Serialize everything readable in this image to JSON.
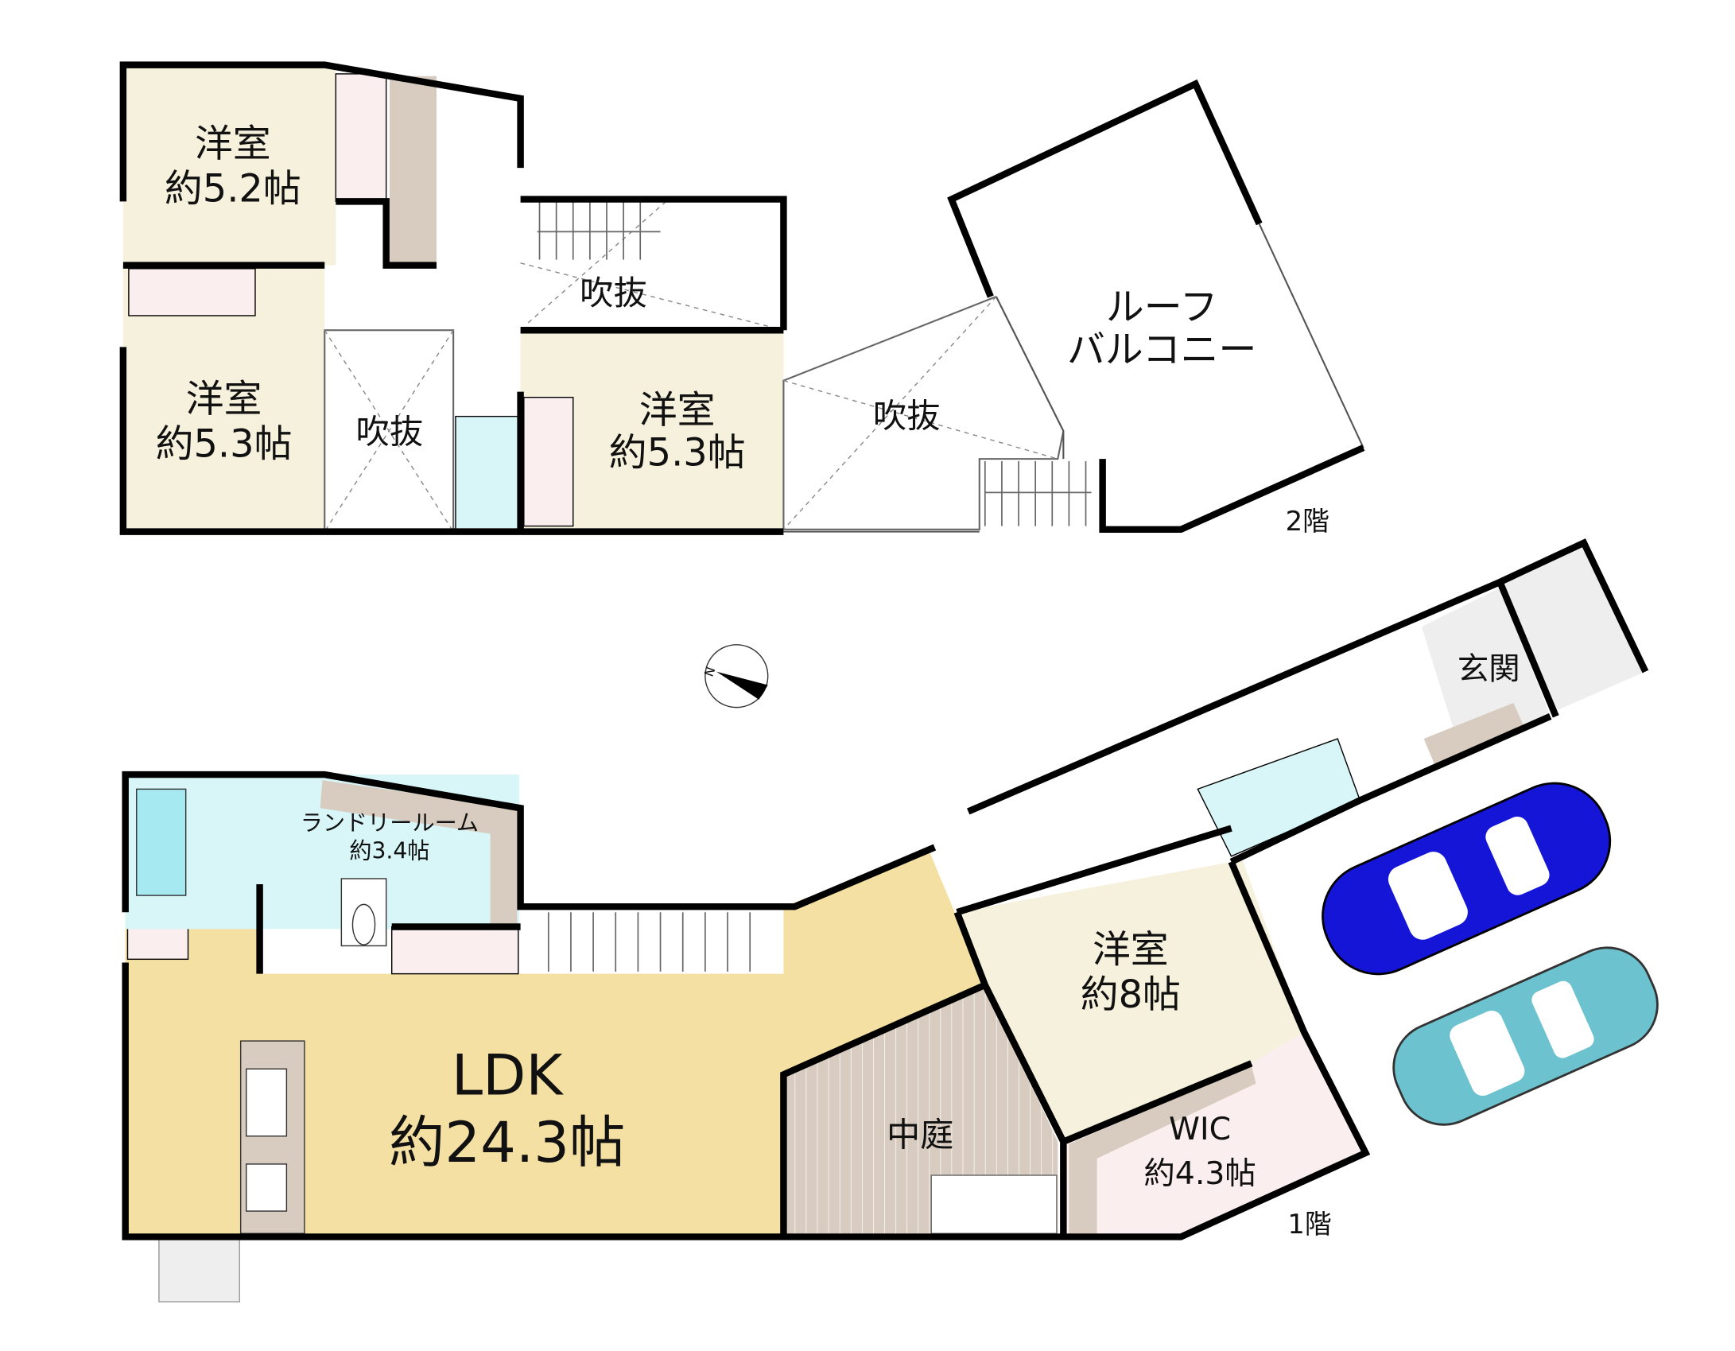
{
  "floors": {
    "second": {
      "label": "2階",
      "rooms": [
        {
          "name": "洋室",
          "size": "約5.2帖"
        },
        {
          "name": "洋室",
          "size": "約5.3帖"
        },
        {
          "name": "洋室",
          "size": "約5.3帖"
        }
      ],
      "void_label": "吹抜",
      "balcony": {
        "line1": "ルーフ",
        "line2": "バルコニー"
      }
    },
    "first": {
      "label": "1階",
      "ldk": {
        "name": "LDK",
        "size": "約24.3帖"
      },
      "laundry": {
        "name": "ランドリールーム",
        "size": "約3.4帖"
      },
      "bedroom": {
        "name": "洋室",
        "size": "約8帖"
      },
      "courtyard": "中庭",
      "wic": {
        "name": "WIC",
        "size": "約4.3帖"
      },
      "entrance": "玄関"
    }
  },
  "compass": {
    "north": "N"
  },
  "colors": {
    "room": "#f6f1dc",
    "ldk": "#f5e0a3",
    "closet": "#fbeeee",
    "storage": "#d7ccbf",
    "wet": "#d8f6f7",
    "bath": "#a6e9f0",
    "car_blue": "#1515d8",
    "car_teal": "#6cc3cf"
  }
}
